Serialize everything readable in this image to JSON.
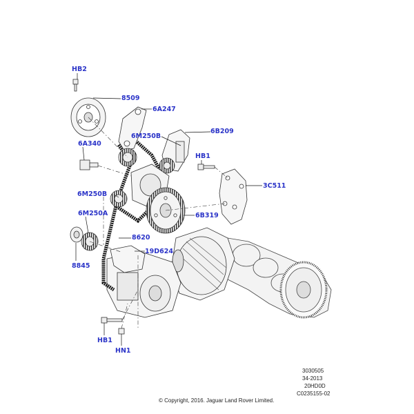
{
  "callouts": {
    "hb2": "HB2",
    "p8509": "8509",
    "p6a247": "6A247",
    "p6b209": "6B209",
    "p6m250b_top": "6M250B",
    "p6a340": "6A340",
    "hb1_top": "HB1",
    "p3c511": "3C511",
    "p6m250b_mid": "6M250B",
    "p6b319": "6B319",
    "p6m250a": "6M250A",
    "p8620": "8620",
    "p19d624": "19D624",
    "p8845": "8845",
    "hb1_bottom": "HB1",
    "hn1": "HN1"
  },
  "metadata": {
    "code1": "3030505",
    "code2": "34-2013",
    "code3": "20HD0D",
    "code4": "C0235155-02",
    "copyright": "© Copyright, 2016. Jaguar Land Rover Limited."
  },
  "colors": {
    "callout": "#2b34c8",
    "line": "#1a1a1a",
    "fill": "#f4f4f4"
  }
}
